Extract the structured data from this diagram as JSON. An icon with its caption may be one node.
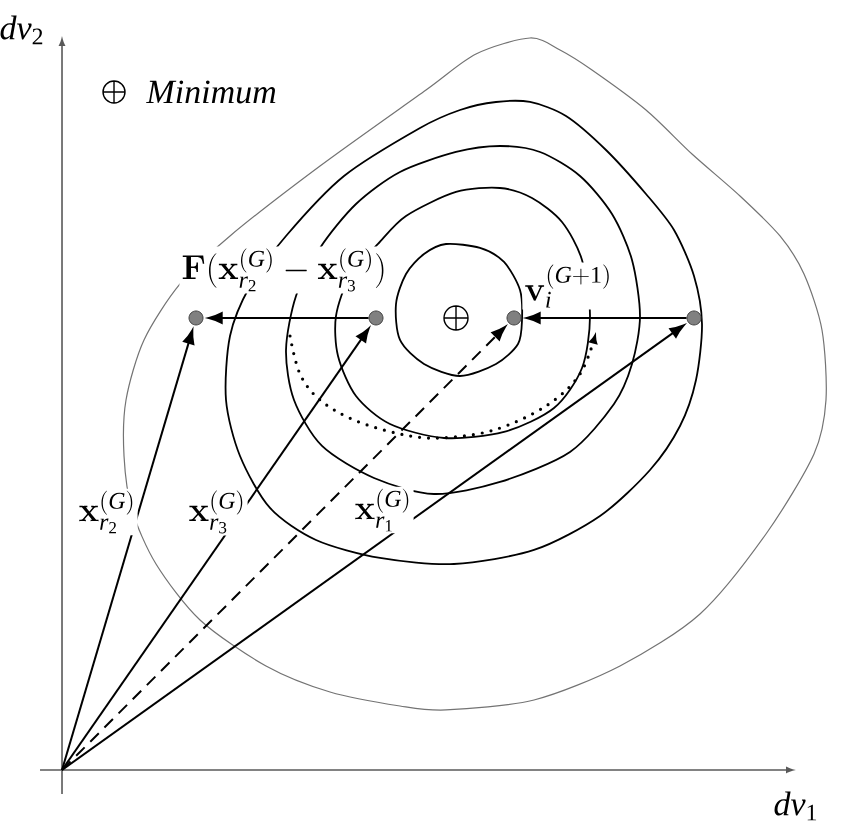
{
  "diagram": {
    "nodes": [
      {
        "text": [],
        "shape": "dot"
      },
      {
        "text": [],
        "shape": "dot"
      },
      {
        "text": [],
        "shape": "dot",
        "beside": [
          "\\mathbf{v}_i^{(G+1)}"
        ]
      },
      {
        "text": [],
        "shape": "dot"
      }
    ],
    "edges": [
      {
        "from": null,
        "to": 0,
        "arrow": "to",
        "label": "\\mathbf{x}_{r_2}^{(G)}"
      },
      {
        "from": null,
        "to": 1,
        "arrow": "to",
        "label": "\\mathbf{x}_{r_3}^{(G)}"
      },
      {
        "from": null,
        "to": 2,
        "arrow": "to",
        "style": "dashed"
      },
      {
        "from": null,
        "to": 3,
        "arrow": "to",
        "label": "\\mathbf{x}_{r_1}^{(G)}"
      },
      {
        "from": 1,
        "to": 0,
        "arrow": "to",
        "label": "\\mathbf{F}(\\mathbf{x}_{r_2}^{(G)}-\\mathbf{x}_{r_3}^{(G)})"
      },
      {
        "from": 3,
        "to": 2,
        "arrow": "to"
      }
    ],
    "labels": [
      "dv_2",
      "dv_1"
    ],
    "legend": [
      {
        "text": "Minimum"
      }
    ]
  }
}
